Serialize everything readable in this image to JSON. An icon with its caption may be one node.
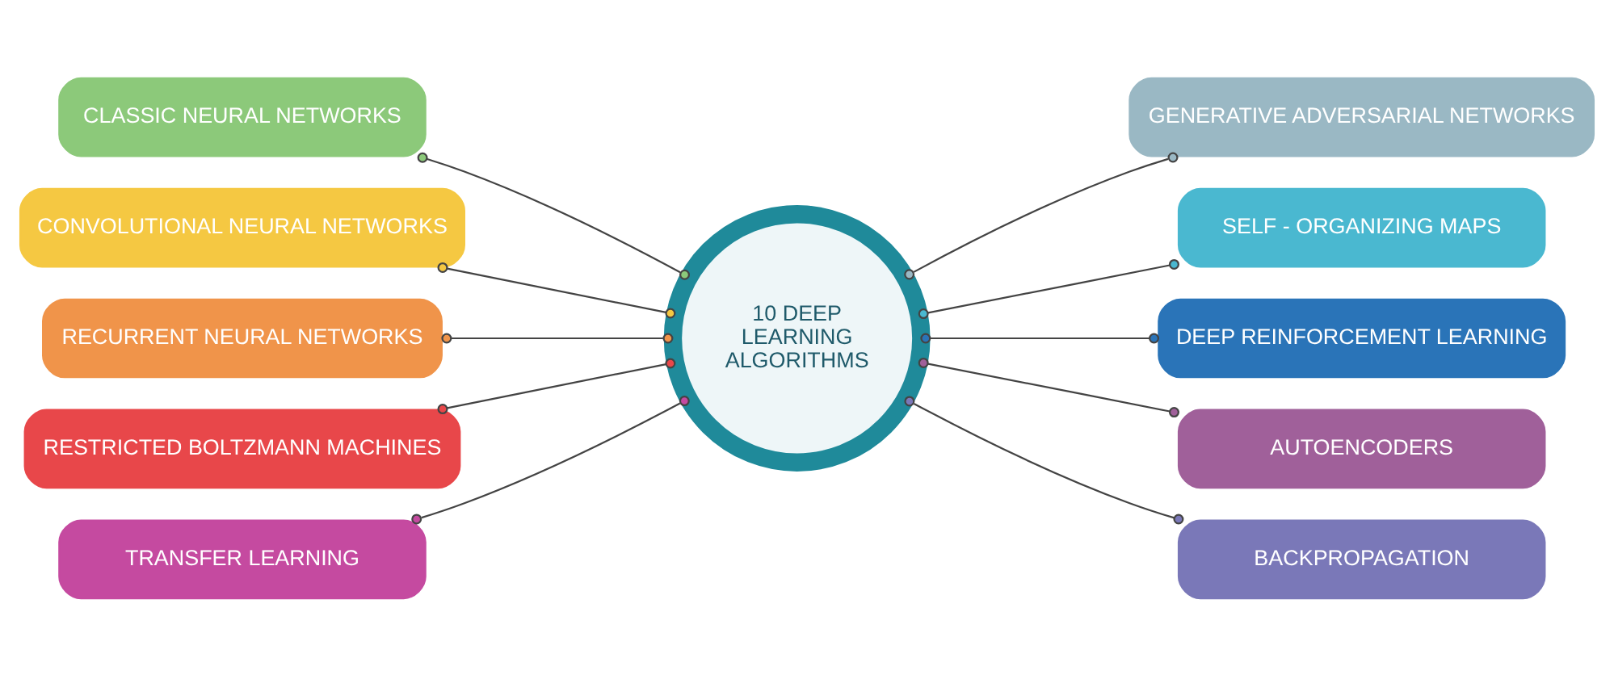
{
  "diagram": {
    "nodes": [
      {
        "text": [
          "10 DEEP LEARNING ALGORITHMS"
        ]
      },
      {
        "text": [
          "CLASSIC NEURAL NETWORKS"
        ]
      },
      {
        "text": [
          "CONVOLUTIONAL NEURAL NETWORKS"
        ]
      },
      {
        "text": [
          "RECURRENT NEURAL NETWORKS"
        ]
      },
      {
        "text": [
          "RESTRICTED BOLTZMANN MACHINES"
        ]
      },
      {
        "text": [
          "TRANSFER LEARNING"
        ]
      },
      {
        "text": [
          "GENERATIVE ADVERSARIAL NETWORKS"
        ]
      },
      {
        "text": [
          "SELF - ORGANIZING MAPS"
        ]
      },
      {
        "text": [
          "DEEP REINFORCEMENT LEARNING"
        ]
      },
      {
        "text": [
          "AUTOENCODERS"
        ]
      },
      {
        "text": [
          "BACKPROPAGATION"
        ]
      }
    ],
    "edges": [
      {
        "from": 1,
        "to": 0,
        "arrow": "other"
      },
      {
        "from": 2,
        "to": 0,
        "arrow": "other"
      },
      {
        "from": 3,
        "to": 0,
        "arrow": "other"
      },
      {
        "from": 4,
        "to": 0,
        "arrow": "other"
      },
      {
        "from": 5,
        "to": 0,
        "arrow": "other"
      },
      {
        "from": 0,
        "to": 6,
        "arrow": "other"
      },
      {
        "from": 0,
        "to": 7,
        "arrow": "other"
      },
      {
        "from": 0,
        "to": 8,
        "arrow": "other"
      },
      {
        "from": 0,
        "to": 9,
        "arrow": "other"
      },
      {
        "from": 0,
        "to": 10,
        "arrow": "other"
      }
    ]
  }
}
